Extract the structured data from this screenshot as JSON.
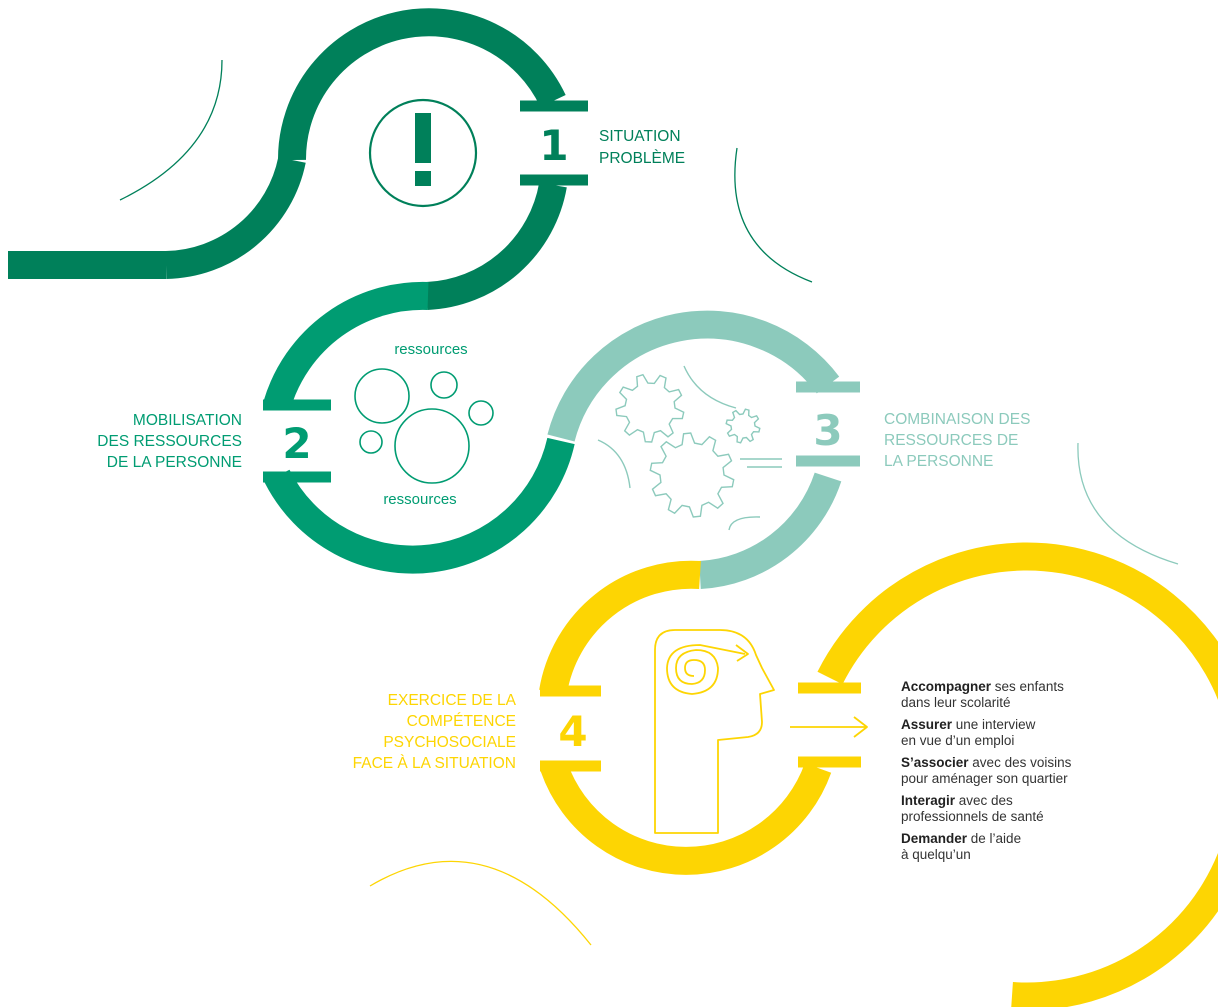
{
  "colors": {
    "dark_green": "#00805a",
    "mid_green": "#009c72",
    "light_teal": "#8ccabc",
    "yellow": "#fdd503"
  },
  "icons": {
    "step1": "exclamation-icon",
    "step2": "resource-circles-icon",
    "step3": "gears-icon",
    "step4": "head-spiral-icon"
  },
  "steps": [
    {
      "number": "1",
      "label_lines": [
        "SITUATION",
        "PROBLÈME"
      ]
    },
    {
      "number": "2",
      "label_lines": [
        "MOBILISATION",
        "DES RESSOURCES",
        "DE LA PERSONNE"
      ]
    },
    {
      "number": "3",
      "label_lines": [
        "COMBINAISON DES",
        "RESSOURCES DE",
        "LA PERSONNE"
      ]
    },
    {
      "number": "4",
      "label_lines": [
        "EXERCICE DE LA",
        "COMPÉTENCE",
        "PSYCHOSOCIALE",
        "FACE À LA SITUATION"
      ]
    }
  ],
  "resources": {
    "top_word": "ressources",
    "bottom_word": "ressources"
  },
  "examples": [
    {
      "verb": "Accompagner",
      "rest_line1": " ses enfants",
      "line2": "dans leur scolarité"
    },
    {
      "verb": "Assurer",
      "rest_line1": " une interview",
      "line2": "en vue d’un emploi"
    },
    {
      "verb": "S’associer",
      "rest_line1": " avec des voisins",
      "line2": "pour aménager son quartier"
    },
    {
      "verb": "Interagir",
      "rest_line1": " avec des",
      "line2": "professionnels de santé"
    },
    {
      "verb": "Demander",
      "rest_line1": " de l’aide",
      "line2": "à quelqu’un"
    }
  ]
}
